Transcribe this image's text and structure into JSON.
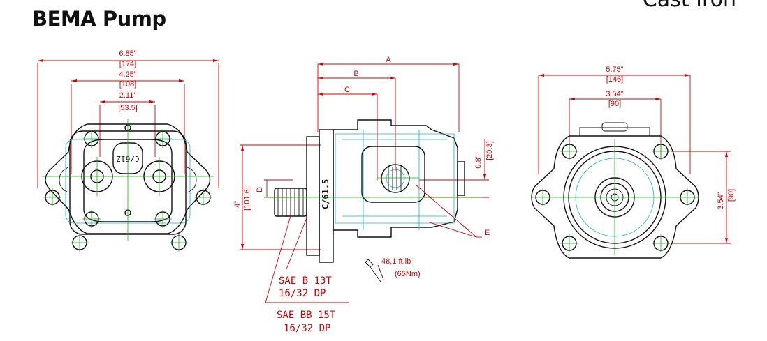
{
  "title": "BEMA Pump",
  "material": "Cast Iron",
  "front_view": {
    "dim_outer": "6.85\"",
    "dim_outer_mm": "[174]",
    "dim_mid": "4.25\"",
    "dim_mid_mm": "[108]",
    "dim_inner": "2.11\"",
    "dim_inner_mm": "[53.5]",
    "body_marking": "C/61Z"
  },
  "side_view": {
    "dim_a": "A",
    "dim_b": "B",
    "dim_c": "C",
    "dim_d": "D",
    "dim_e": "E",
    "dim_height": "4\"",
    "dim_height_mm": "[101.6]",
    "dim_offset": "0.8\"",
    "dim_offset_mm": "[20.3]",
    "body_marking": "C/61.5",
    "torque": "48,1  ft.lb",
    "torque_nm": "(65Nm)",
    "shaft_1_line1": "SAE  B  13T",
    "shaft_1_line2": "16/32  DP",
    "shaft_2_line1": "SAE  BB  15T",
    "shaft_2_line2": "16/32  DP"
  },
  "rear_view": {
    "dim_width": "5.75\"",
    "dim_width_mm": "[146]",
    "dim_bolt": "3.54\"",
    "dim_bolt_mm": "[90]",
    "dim_vertical": "3.54\"",
    "dim_vertical_mm": "[90]"
  },
  "colors": {
    "dimension": "#d40000",
    "outline": "#111111",
    "hidden": "#19b3c7",
    "centerline": "#12b312"
  }
}
